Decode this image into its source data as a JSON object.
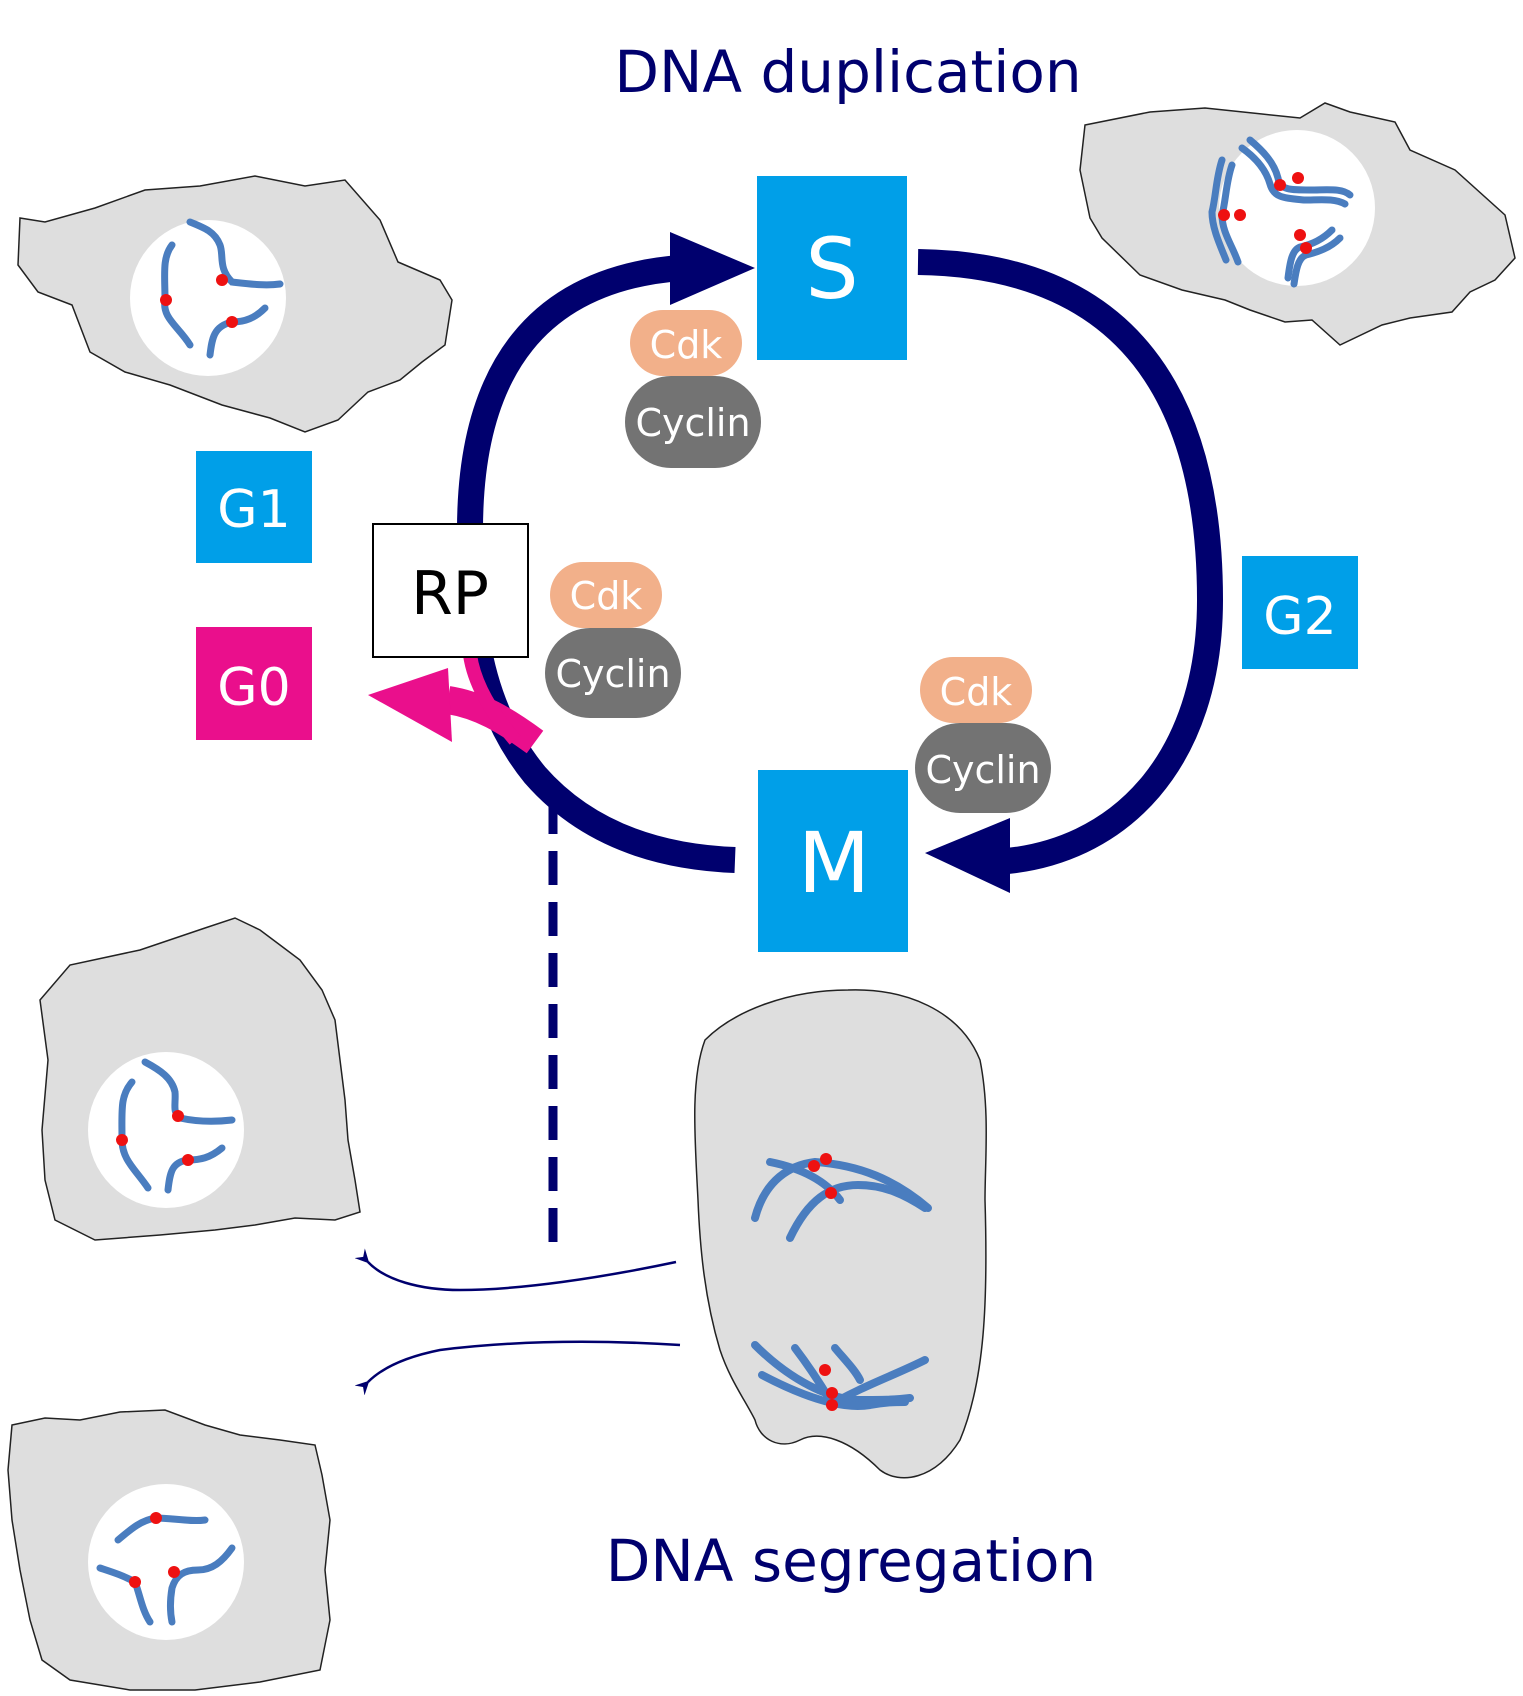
{
  "titles": {
    "top": "DNA duplication",
    "bottom": "DNA segregation"
  },
  "phases": {
    "s": "S",
    "m": "M",
    "g1": "G1",
    "g2": "G2",
    "g0": "G0",
    "rp": "RP"
  },
  "complexes": {
    "top": {
      "cdk": "Cdk",
      "cyclin": "Cyclin"
    },
    "middle": {
      "cdk": "Cdk",
      "cyclin": "Cyclin"
    },
    "right": {
      "cdk": "Cdk",
      "cyclin": "Cyclin"
    }
  },
  "colors": {
    "navy": "#00006e",
    "phase_blue": "#009fe8",
    "g0_pink": "#ea0f8c",
    "cdk": "#f2b08a",
    "cyclin": "#737373",
    "cell": "#dedede",
    "chromosome": "#4a7dbf",
    "centromere": "#ee1111"
  }
}
